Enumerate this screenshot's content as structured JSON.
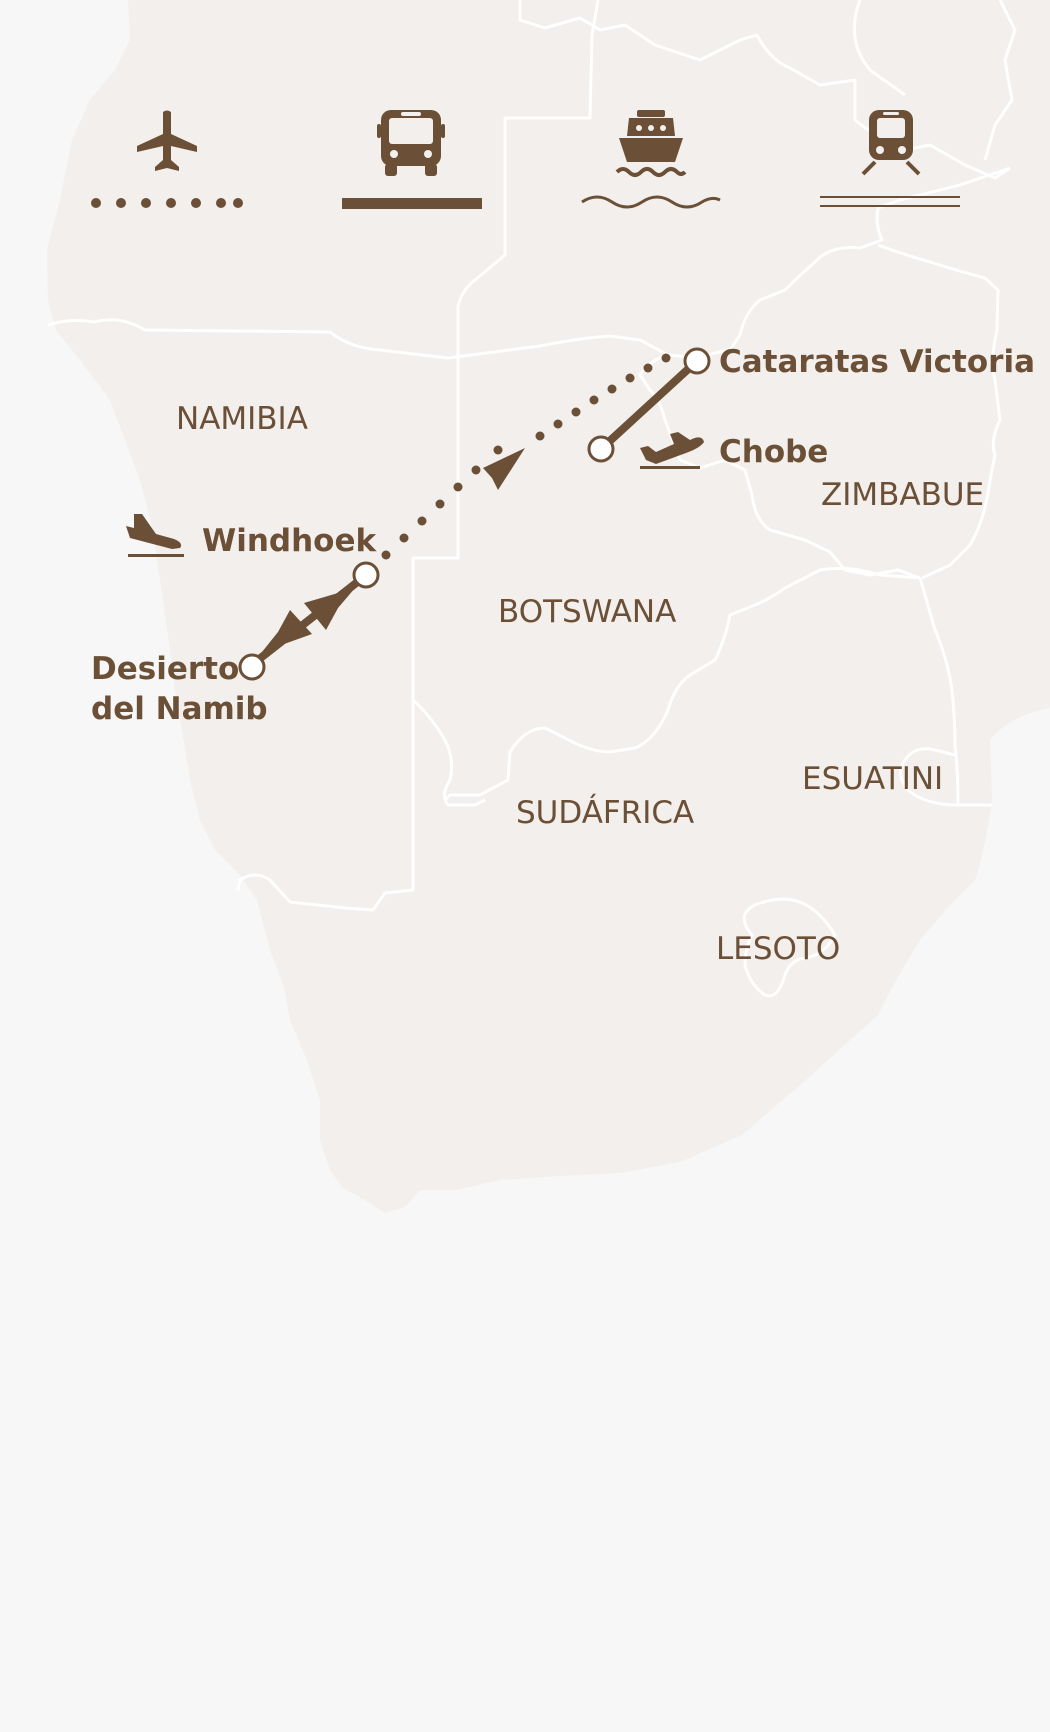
{
  "legend": [
    {
      "mode": "avión",
      "icon": "airplane-icon",
      "line": "dotted"
    },
    {
      "mode": "autobús",
      "icon": "bus-icon",
      "line": "solid"
    },
    {
      "mode": "barco",
      "icon": "ship-icon",
      "line": "wave"
    },
    {
      "mode": "tren",
      "icon": "train-icon",
      "line": "double"
    }
  ],
  "countries": {
    "namibia": "NAMIBIA",
    "botswana": "BOTSWANA",
    "zimbabwe": "ZIMBABUE",
    "south_africa": "SUDÁFRICA",
    "eswatini": "ESUATINI",
    "lesotho": "LESOTO"
  },
  "cities": {
    "victoria_falls": "Cataratas Victoria",
    "chobe": "Chobe",
    "windhoek": "Windhoek",
    "namib_line1": "Desierto",
    "namib_line2": "del Namib"
  },
  "route": [
    {
      "from": "Windhoek",
      "to": "Desierto del Namib",
      "mode": "bus",
      "direction": "both"
    },
    {
      "from": "Windhoek",
      "to": "Cataratas Victoria",
      "mode": "flight"
    },
    {
      "from": "Cataratas Victoria",
      "to": "Chobe",
      "mode": "bus"
    }
  ],
  "colors": {
    "accent": "#6b4f36",
    "land": "#f2efec",
    "border": "#ffffff",
    "sea": "#f6f7f6"
  }
}
